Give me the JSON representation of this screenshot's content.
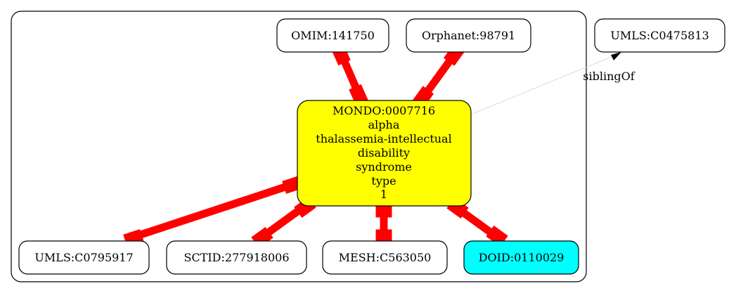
{
  "graph": {
    "center": {
      "id": "MONDO:0007716",
      "label_lines": [
        "alpha",
        "thalassemia-intellectual",
        "disability",
        "syndrome",
        "type",
        "1"
      ],
      "fill": "#ffff00"
    },
    "nodes": {
      "omim": "OMIM:141750",
      "orphanet": "Orphanet:98791",
      "umls_c0475813": "UMLS:C0475813",
      "umls_c0795917": "UMLS:C0795917",
      "sctid": "SCTID:277918006",
      "mesh": "MESH:C563050",
      "doid": "DOID:0110029"
    },
    "doid_fill": "#00ffff",
    "edge_color": "#ff0000",
    "sibling_edge_label": "siblingOf"
  }
}
